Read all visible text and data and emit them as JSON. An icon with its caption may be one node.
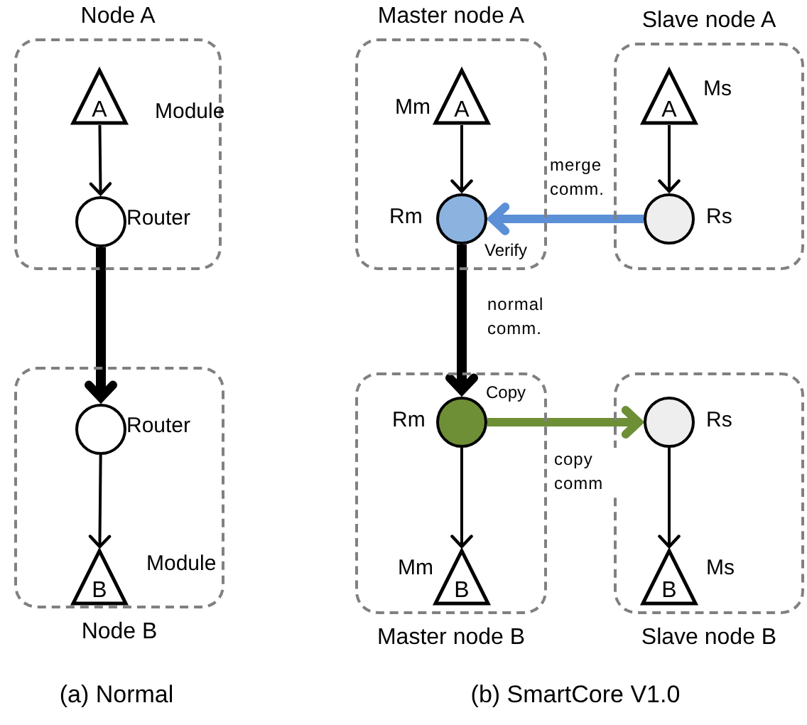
{
  "diagram": {
    "nodes": [
      {
        "text": [
          "Node A"
        ]
      },
      {
        "text": [
          "A"
        ],
        "in": 0,
        "beside": [
          "Module"
        ]
      },
      {
        "text": [],
        "shape": "circle",
        "in": 0,
        "beside": [
          "Router"
        ]
      },
      {
        "text": [
          "Node B"
        ]
      },
      {
        "text": [],
        "shape": "circle",
        "in": 3,
        "beside": [
          "Router"
        ]
      },
      {
        "text": [
          "B"
        ],
        "in": 3,
        "beside": [
          "Module"
        ]
      },
      {
        "text": [
          "Master node A"
        ]
      },
      {
        "text": [
          "A"
        ],
        "in": 6,
        "beside": [
          "Mm"
        ]
      },
      {
        "text": [],
        "shape": "circle",
        "in": 6,
        "beside": [
          "Rm",
          "Verify"
        ]
      },
      {
        "text": [
          "Slave node A"
        ]
      },
      {
        "text": [
          "A"
        ],
        "in": 9,
        "beside": [
          "Ms"
        ]
      },
      {
        "text": [],
        "shape": "circle",
        "in": 9,
        "beside": [
          "Rs"
        ]
      },
      {
        "text": [
          "Master node B"
        ]
      },
      {
        "text": [],
        "shape": "circle",
        "in": 12,
        "beside": [
          "Rm",
          "Copy"
        ]
      },
      {
        "text": [
          "B"
        ],
        "in": 12,
        "beside": [
          "Mm"
        ]
      },
      {
        "text": [
          "Slave node B"
        ]
      },
      {
        "text": [],
        "shape": "circle",
        "in": 15,
        "beside": [
          "Rs"
        ]
      },
      {
        "text": [
          "B"
        ],
        "in": 15,
        "beside": [
          "Ms"
        ]
      }
    ],
    "edges": [
      {
        "from": 1,
        "to": 2,
        "arrow": "to"
      },
      {
        "from": 2,
        "to": 4,
        "arrow": "to",
        "style": "thick"
      },
      {
        "from": 4,
        "to": 5,
        "arrow": "to"
      },
      {
        "from": 7,
        "to": 8,
        "arrow": "to"
      },
      {
        "from": 11,
        "to": 8,
        "arrow": "to",
        "label": "merge comm.",
        "style": "thick",
        "color": "#5b8fd6"
      },
      {
        "from": 8,
        "to": 13,
        "arrow": "to",
        "label": "normal comm.",
        "style": "thick"
      },
      {
        "from": 10,
        "to": 11,
        "arrow": "to"
      },
      {
        "from": 13,
        "to": 16,
        "arrow": "to",
        "label": "copy comm",
        "style": "thick",
        "color": "#6e8f35"
      },
      {
        "from": 13,
        "to": 14,
        "arrow": "to"
      },
      {
        "from": 16,
        "to": 17,
        "arrow": "to"
      }
    ],
    "labels": [
      "(a) Normal",
      "(b) SmartCore V1.0"
    ]
  }
}
